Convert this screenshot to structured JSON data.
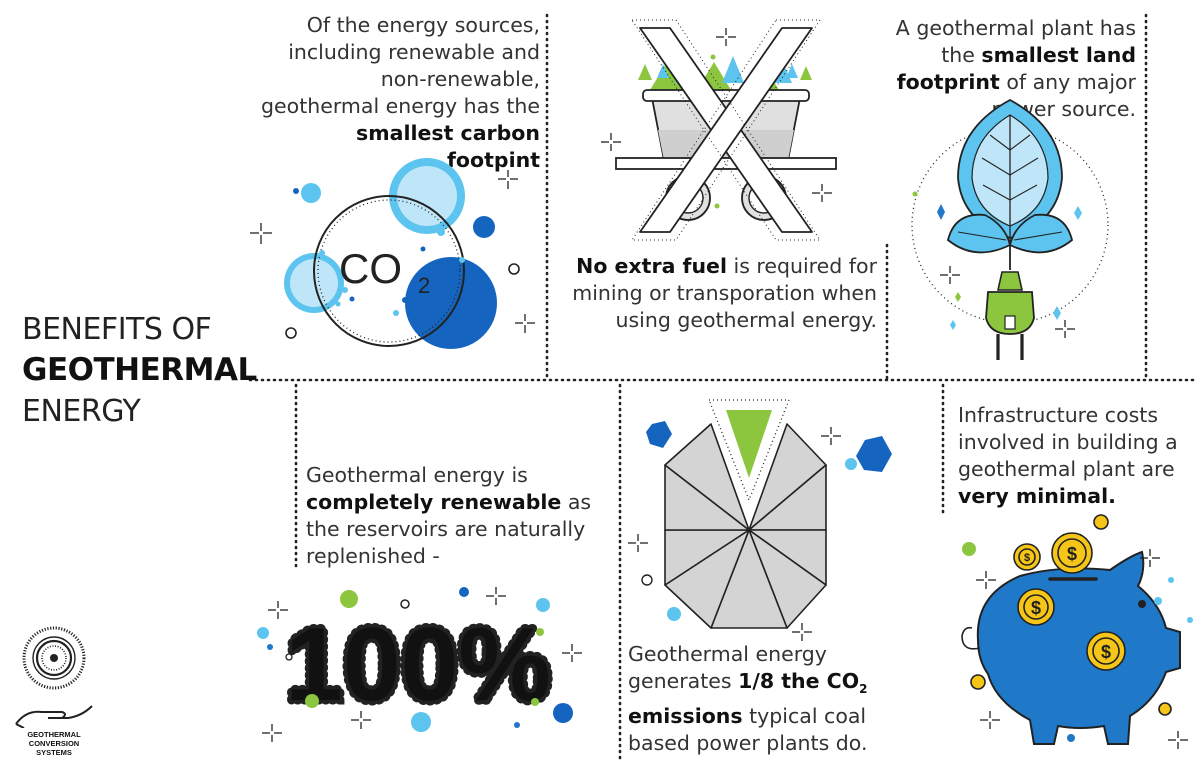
{
  "title": {
    "line1": "BENEFITS OF",
    "line2": "GEOTHERMAL",
    "line3": "ENERGY"
  },
  "panel_carbon": {
    "pre": "Of the energy sources, including renewable and non-renewable, geothermal energy has the ",
    "bold": "smallest carbon footpint",
    "icon_label_main": "CO",
    "icon_label_sub": "2"
  },
  "panel_fuel": {
    "bold": "No extra fuel",
    "post": " is required for mining or transporation when using geothermal energy."
  },
  "panel_land": {
    "pre": "A geothermal plant has the ",
    "bold": "smallest land footprint",
    "post": " of any major power source."
  },
  "panel_renewable": {
    "pre": "Geothermal energy is ",
    "bold": "completely renewable",
    "post": " as the reservoirs are naturally replenished -",
    "big_number": "100%"
  },
  "panel_emissions": {
    "pre": "Geothermal energy generates ",
    "bold1": "1/8 the CO",
    "bold1_sub": "2",
    "bold2": "emissions",
    "post": " typical coal based power plants do."
  },
  "panel_cost": {
    "pre": "Infrastructure costs involved in building a geothermal plant are ",
    "bold": "very minimal."
  },
  "logo": {
    "line1": "GEOTHERMAL",
    "line2": "CONVERSION",
    "line3": "SYSTEMS"
  },
  "colors": {
    "light_blue": "#5cc4ee",
    "pale_blue": "#bfe6f8",
    "dark_blue": "#1565c0",
    "mid_blue": "#1f78c8",
    "green": "#8cc63f",
    "gold": "#f5c518",
    "gray": "#d4d4d4"
  }
}
